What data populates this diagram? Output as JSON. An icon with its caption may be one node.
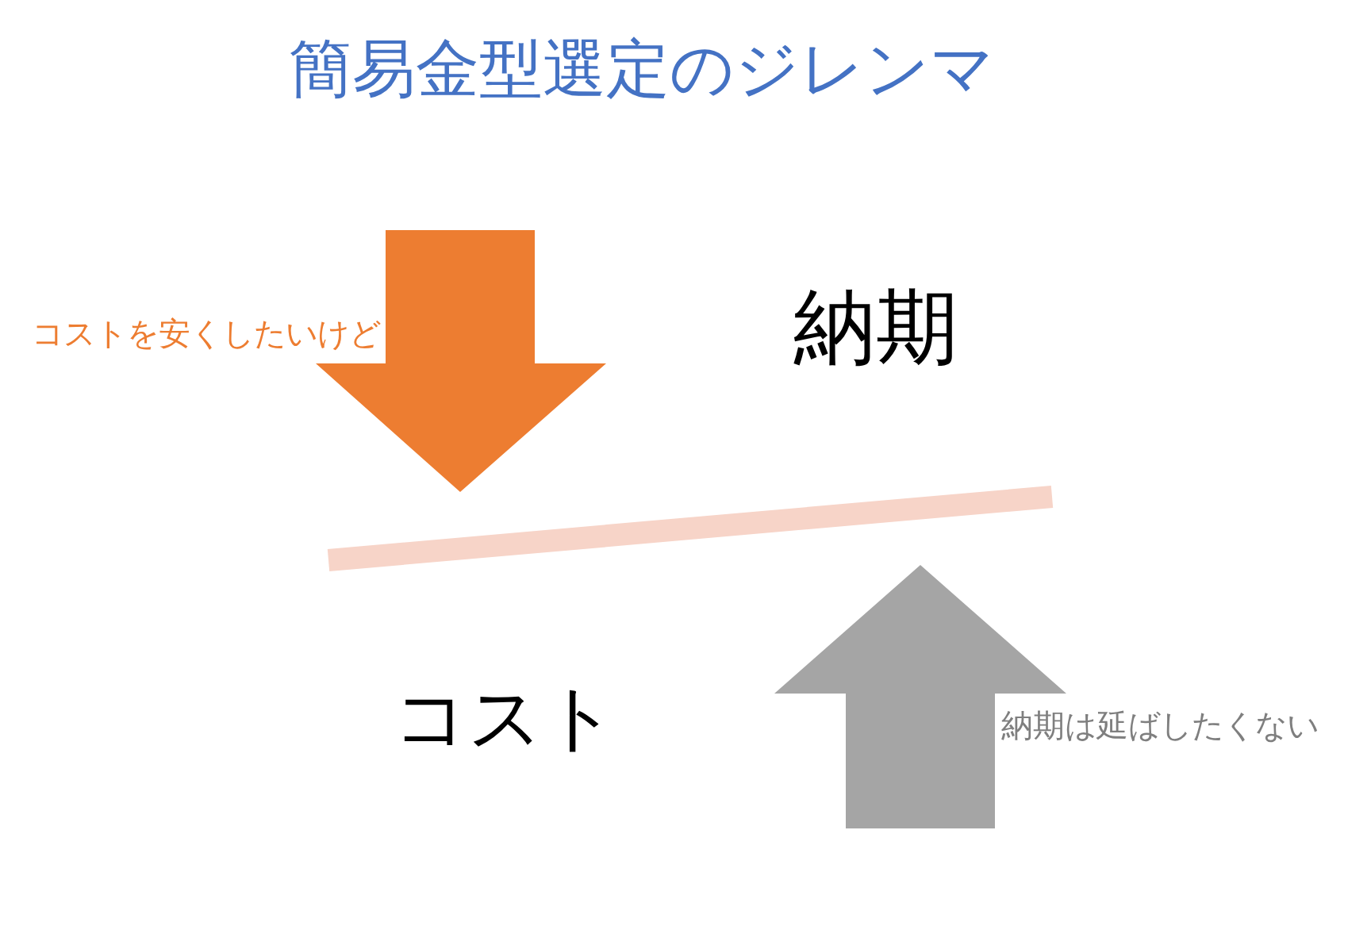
{
  "diagram": {
    "title": "簡易金型選定のジレンマ",
    "nodes": [
      {
        "text": [],
        "shape": "bar"
      }
    ],
    "labels": [
      "コストを安くしたいけど",
      "納期",
      "コスト",
      "納期は延ばしたくない"
    ]
  }
}
